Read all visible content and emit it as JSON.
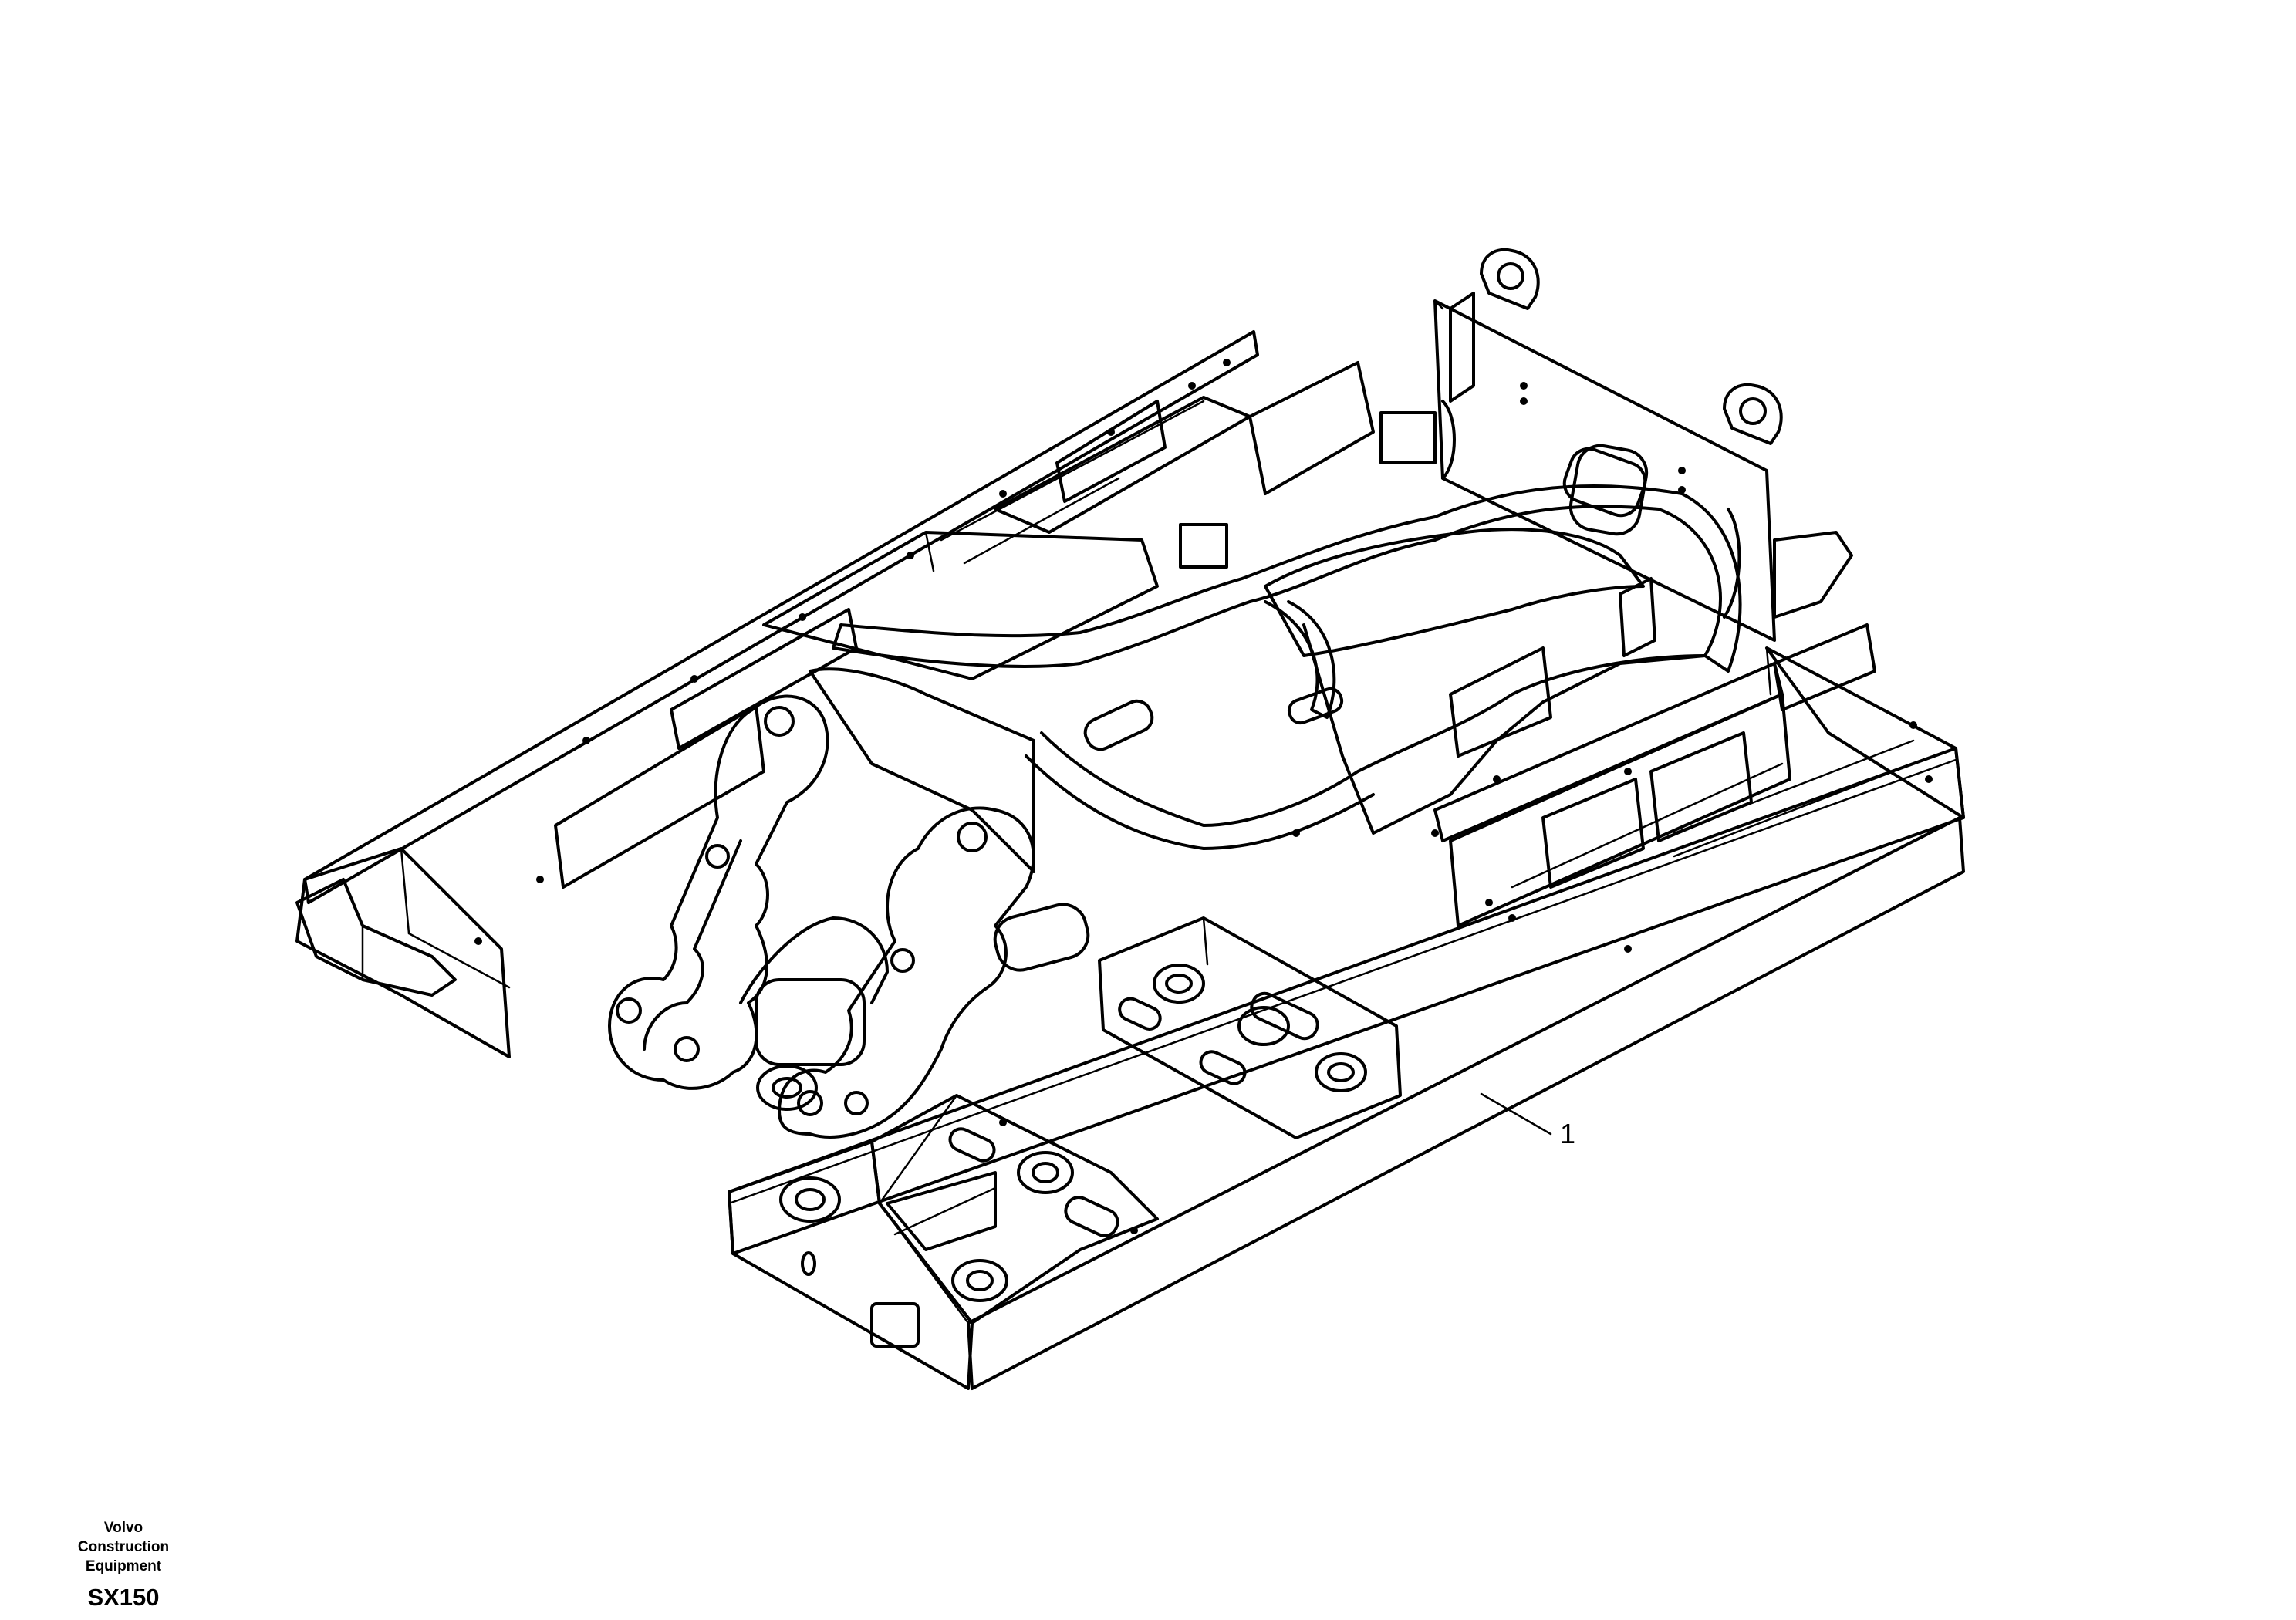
{
  "diagram": {
    "callouts": [
      {
        "label": "1"
      }
    ]
  },
  "footer": {
    "company": "Volvo Construction Equipment",
    "model": "SX150"
  }
}
